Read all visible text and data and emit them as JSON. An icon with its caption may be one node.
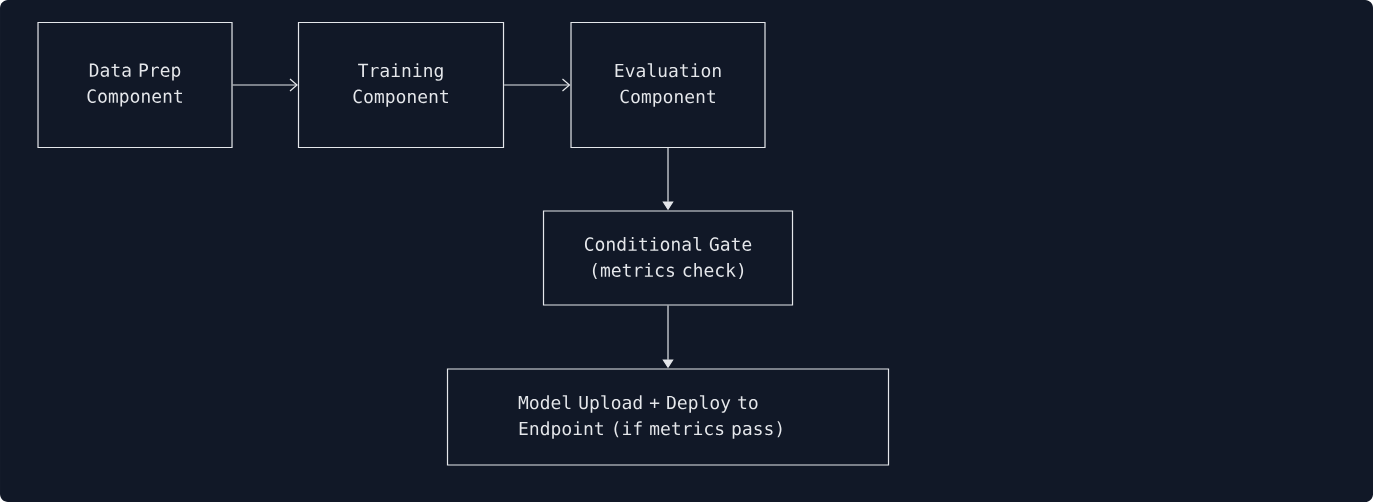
{
  "diagram": {
    "nodes": [
      {
        "text": [
          "Data Prep Component"
        ]
      },
      {
        "text": [
          "Training Component"
        ]
      },
      {
        "text": [
          "Evaluation Component"
        ]
      },
      {
        "text": [
          "Conditional Gate (metrics check)"
        ]
      },
      {
        "text": [
          "Model Upload + Deploy to Endpoint (if metrics pass)"
        ]
      }
    ],
    "edges": [
      {
        "from": 0,
        "to": 1,
        "arrow": "to"
      },
      {
        "from": 1,
        "to": 2,
        "arrow": "to"
      },
      {
        "from": 2,
        "to": 3,
        "arrow": "to"
      },
      {
        "from": 3,
        "to": 4,
        "arrow": "to"
      }
    ]
  }
}
